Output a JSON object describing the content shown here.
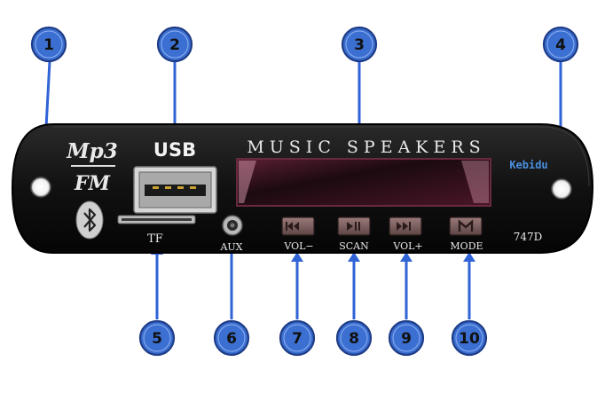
{
  "panel": {
    "logo_top": "Mp3",
    "logo_bottom": "FM",
    "usb_label": "USB",
    "title": "MUSIC SPEAKERS",
    "brand": "Kebidu",
    "model": "747D",
    "tf_label": "TF",
    "aux_label": "AUX",
    "buttons": [
      {
        "label": "VOL−",
        "icon": "previous-track-icon"
      },
      {
        "label": "SCAN",
        "icon": "play-pause-icon"
      },
      {
        "label": "VOL+",
        "icon": "next-track-icon"
      },
      {
        "label": "MODE",
        "icon": "mode-icon"
      }
    ],
    "bluetooth_icon": "bluetooth-icon"
  },
  "callouts": [
    "1",
    "2",
    "3",
    "4",
    "5",
    "6",
    "7",
    "8",
    "9",
    "10"
  ],
  "colors": {
    "panel": "#141414",
    "callout_fill": "#3b6fd1",
    "leader": "#2f63d6",
    "display": "#3a0f1e",
    "brand": "#4a8fe0"
  }
}
